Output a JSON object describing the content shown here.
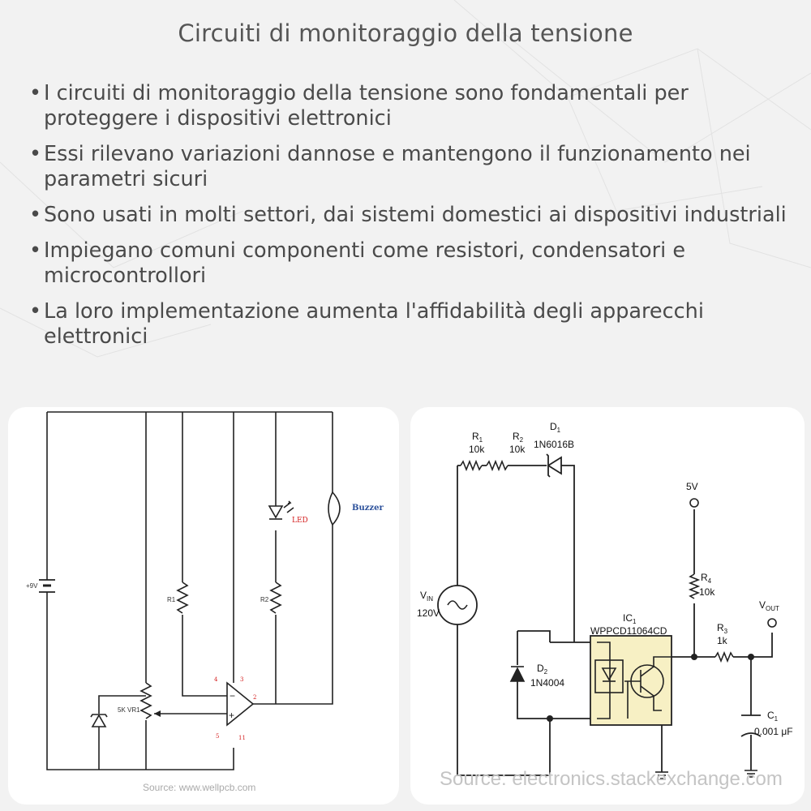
{
  "title": "Circuiti di monitoraggio della tensione",
  "bullets": [
    "I circuiti di monitoraggio della tensione sono fondamentali per proteggere i dispositivi elettronici",
    "Essi rilevano variazioni dannose e mantengono il funzionamento nei parametri sicuri",
    "Sono usati in molti settori, dai sistemi domestici ai dispositivi industriali",
    "Impiegano comuni componenti come resistori, condensatori e microcontrollori",
    "La loro implementazione aumenta l'affidabilità degli apparecchi elettronici"
  ],
  "bullet_marker": "•",
  "left_diagram": {
    "battery_label": "+9V",
    "r1_label": "R1",
    "r2_label": "R2",
    "pot_label": "5K VR1",
    "led_label": "LED",
    "buzzer_label": "Buzzer",
    "pin_4": "4",
    "pin_3": "3",
    "pin_2": "2",
    "pin_5": "5",
    "pin_11": "11",
    "minus": "−",
    "plus": "+",
    "source": "Source: www.wellpcb.com"
  },
  "right_diagram": {
    "r1_name": "R",
    "r1_sub": "1",
    "r1_value": "10k",
    "r2_name": "R",
    "r2_sub": "2",
    "r2_value": "10k",
    "d1_name": "D",
    "d1_sub": "1",
    "d1_part": "1N6016B",
    "vin_name": "V",
    "vin_sub": "IN",
    "vin_value": "120V",
    "d2_name": "D",
    "d2_sub": "2",
    "d2_part": "1N4004",
    "ic_name": "IC",
    "ic_sub": "1",
    "ic_part": "WPPCD11064CD",
    "supply_label": "5V",
    "r4_name": "R",
    "r4_sub": "4",
    "r4_value": "10k",
    "r3_name": "R",
    "r3_sub": "3",
    "r3_value": "1k",
    "vout_name": "V",
    "vout_sub": "OUT",
    "c1_name": "C",
    "c1_sub": "1",
    "c1_value": "0.001 μF",
    "source": "Source: electronics.stackexchange.com"
  },
  "colors": {
    "led_label": "#d42020",
    "buzzer_label": "#2a4f9a",
    "ic_fill": "#f7f0c4",
    "wire": "#222222"
  }
}
